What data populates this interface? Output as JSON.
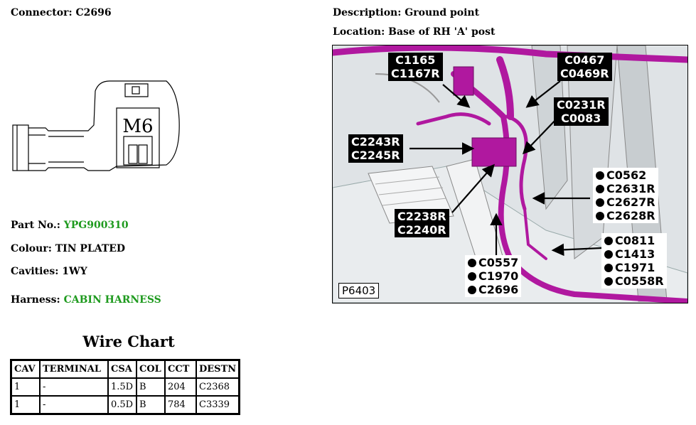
{
  "connector": {
    "label": "Connector:",
    "value": "C2696"
  },
  "description": {
    "label": "Description:",
    "value": "Ground point"
  },
  "location": {
    "label": "Location:",
    "value": "Base of RH 'A' post"
  },
  "drawing": {
    "stud": "M6"
  },
  "part_no": {
    "label": "Part No.:",
    "value": "YPG900310"
  },
  "colour": {
    "label": "Colour:",
    "value": "TIN PLATED"
  },
  "cavities": {
    "label": "Cavities:",
    "value": "1WY"
  },
  "harness": {
    "label": "Harness:",
    "value": "CABIN HARNESS"
  },
  "wire_chart": {
    "title": "Wire Chart",
    "headers": [
      "CAV",
      "TERMINAL",
      "CSA",
      "COL",
      "CCT",
      "DESTN"
    ],
    "rows": [
      [
        "1",
        "-",
        "1.5D",
        "B",
        "204",
        "C2368"
      ],
      [
        "1",
        "-",
        "0.5D",
        "B",
        "784",
        "C3339"
      ]
    ]
  },
  "photo": {
    "ref": "P6403",
    "tags": {
      "t1": [
        "C1165",
        "C1167R"
      ],
      "t2": [
        "C0467",
        "C0469R"
      ],
      "t3": [
        "C0231R",
        "C0083"
      ],
      "t4": [
        "C2243R",
        "C2245R"
      ],
      "t5": [
        "C2238R",
        "C2240R"
      ],
      "t6": [
        "C0562",
        "C2631R",
        "C2627R",
        "C2628R"
      ],
      "t7": [
        "C0811",
        "C1413",
        "C1971",
        "C0558R"
      ],
      "t8": [
        "C0557",
        "C1970",
        "C2696"
      ]
    }
  },
  "colors": {
    "link_green": "#1e9a1e",
    "harness_magenta": "#b0189f"
  }
}
